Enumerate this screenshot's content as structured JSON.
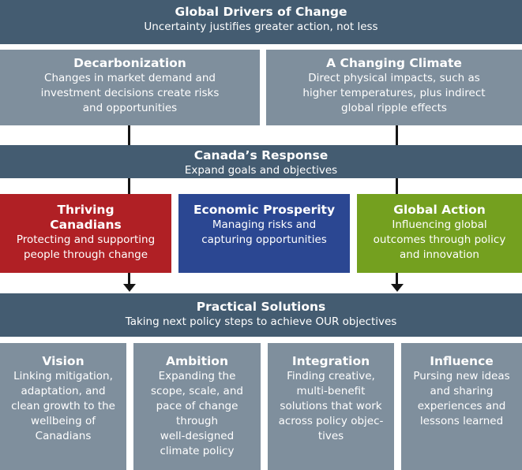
{
  "top": {
    "title": "Global Drivers of Change",
    "subtitle": "Uncertainty justifies greater action, not less"
  },
  "drivers": [
    {
      "title": "Decarbonization",
      "desc_lines": [
        "Changes in market demand and",
        "investment decisions create risks",
        "and opportunities"
      ]
    },
    {
      "title": "A Changing Climate",
      "desc_lines": [
        "Direct physical impacts, such as",
        "higher temperatures, plus indirect",
        "global ripple effects"
      ]
    }
  ],
  "response": {
    "title": "Canada’s Response",
    "subtitle": "Expand goals and objectives"
  },
  "goals": [
    {
      "title_lines": [
        "Thriving",
        "Canadians"
      ],
      "desc_lines": [
        "Protecting and supporting",
        "people through change"
      ],
      "color": "#b02025"
    },
    {
      "title_lines": [
        "Economic Prosperity"
      ],
      "desc_lines": [
        "Managing risks and",
        "capturing opportunities"
      ],
      "color": "#2b4792"
    },
    {
      "title_lines": [
        "Global Action"
      ],
      "desc_lines": [
        "Influencing global",
        "outcomes through policy",
        "and innovation"
      ],
      "color": "#74a01f"
    }
  ],
  "solutions": {
    "title": "Practical Solutions",
    "subtitle": "Taking next policy steps to achieve OUR objectives"
  },
  "pillars": [
    {
      "title": "Vision",
      "desc_lines": [
        "Linking mitigation,",
        "adaptation, and",
        "clean growth to the",
        "wellbeing of",
        "Canadians"
      ]
    },
    {
      "title": "Ambition",
      "desc_lines": [
        "Expanding the",
        "scope, scale, and",
        "pace of change",
        "through",
        "well-designed",
        "climate policy"
      ]
    },
    {
      "title": "Integration",
      "desc_lines": [
        "Finding creative,",
        "multi-benefit",
        "solutions that work",
        "across policy objec-",
        "tives"
      ]
    },
    {
      "title": "Influence",
      "desc_lines": [
        "Pursing new ideas",
        "and sharing",
        "experiences and",
        "lessons learned"
      ]
    }
  ]
}
